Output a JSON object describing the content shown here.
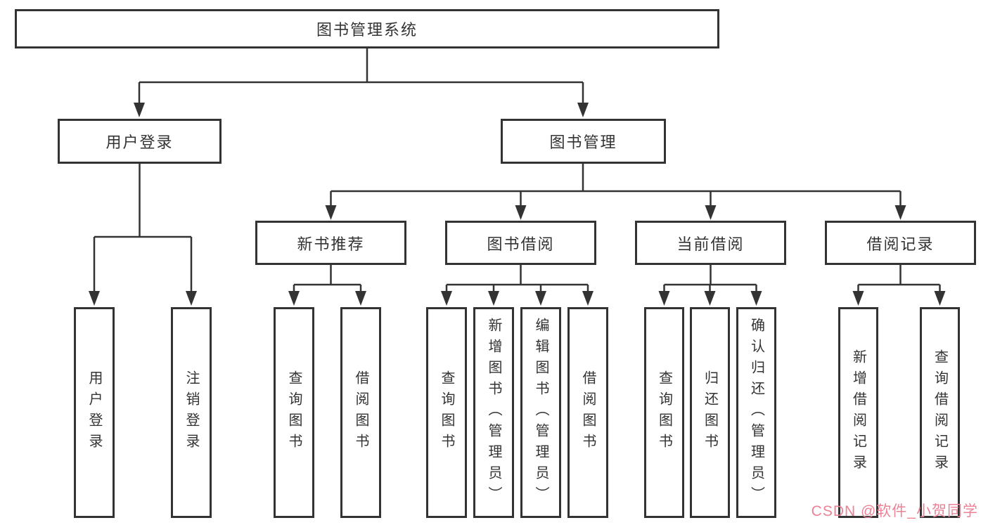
{
  "diagram_title": "图书管理系统",
  "tree": {
    "root": {
      "label": "图书管理系统"
    },
    "level1": [
      {
        "label": "用户登录"
      },
      {
        "label": "图书管理"
      }
    ],
    "level2": [
      {
        "label": "新书推荐"
      },
      {
        "label": "图书借阅"
      },
      {
        "label": "当前借阅"
      },
      {
        "label": "借阅记录"
      }
    ],
    "leaves": {
      "user_login": [
        "用户登录",
        "注销登录"
      ],
      "new_book_recommend": [
        "查询图书",
        "借阅图书"
      ],
      "book_borrow": [
        "查询图书",
        "新增图书（管理员）",
        "编辑图书（管理员）",
        "借阅图书"
      ],
      "current_borrow": [
        "查询图书",
        "归还图书",
        "确认归还（管理员）"
      ],
      "borrow_records": [
        "新增借阅记录",
        "查询借阅记录"
      ]
    }
  },
  "watermark": {
    "text": "CSDN @软件_小贺同学",
    "color": "#ec8296"
  },
  "colors": {
    "line": "#333333",
    "box_border": "#333333",
    "text": "#333333",
    "background": "#ffffff"
  }
}
